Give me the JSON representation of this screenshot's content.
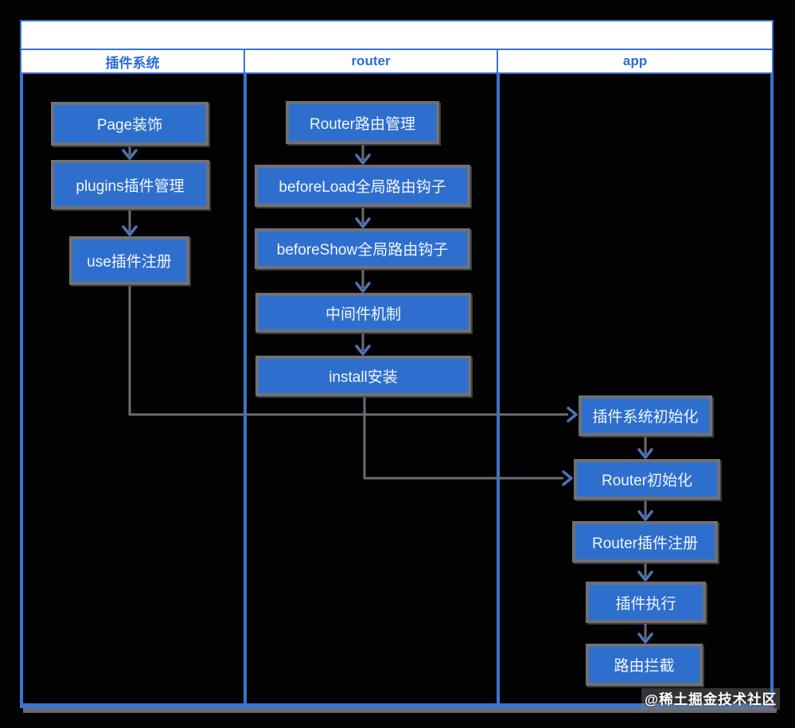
{
  "title_bar": {
    "text": ""
  },
  "lanes": [
    {
      "label": "插件系统",
      "nodes": [
        "Page装饰",
        "plugins插件管理",
        "use插件注册"
      ]
    },
    {
      "label": "router",
      "nodes": [
        "Router路由管理",
        "beforeLoad全局路由钩子",
        "beforeShow全局路由钩子",
        "中间件机制",
        "install安装"
      ]
    },
    {
      "label": "app",
      "nodes": [
        "插件系统初始化",
        "Router初始化",
        "Router插件注册",
        "插件执行",
        "路由拦截"
      ]
    }
  ],
  "edges": [
    "Page装饰 -> plugins插件管理",
    "plugins插件管理 -> use插件注册",
    "use插件注册 -> 插件系统初始化",
    "Router路由管理 -> beforeLoad全局路由钩子",
    "beforeLoad全局路由钩子 -> beforeShow全局路由钩子",
    "beforeShow全局路由钩子 -> 中间件机制",
    "中间件机制 -> install安装",
    "install安装 -> Router初始化",
    "插件系统初始化 -> Router初始化",
    "Router初始化 -> Router插件注册",
    "Router插件注册 -> 插件执行",
    "插件执行 -> 路由拦截"
  ],
  "watermark": "@稀土掘金技术社区",
  "colors": {
    "node_fill": "#2e6fce",
    "node_border": "#6f7174",
    "node_text": "#f2f6fb",
    "lane_line": "#3a73d2",
    "header_text": "#2b6cd6",
    "connector": "#696d73",
    "arrowhead": "#4d73b9",
    "header_bg": "#ffffff"
  }
}
